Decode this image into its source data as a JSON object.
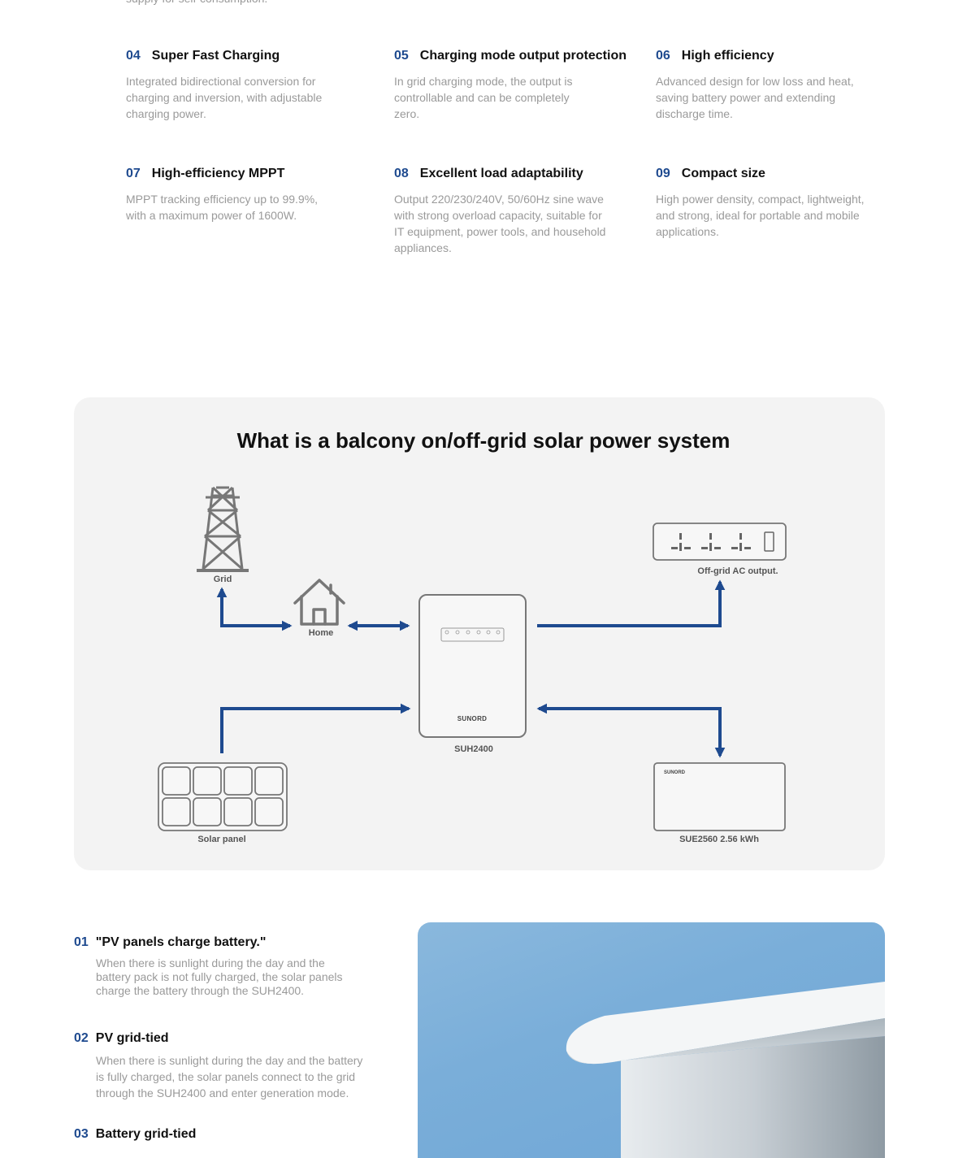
{
  "top_cut_text": "supply for self-consumption.",
  "features": [
    {
      "num": "04",
      "title": "Super Fast Charging",
      "desc": "Integrated bidirectional conversion for charging and inversion, with adjustable charging power."
    },
    {
      "num": "05",
      "title": "Charging mode output protection",
      "desc": "In grid charging mode, the output is controllable and can be completely zero."
    },
    {
      "num": "06",
      "title": "High efficiency",
      "desc": "Advanced design for low loss and heat, saving battery power and extending discharge time."
    },
    {
      "num": "07",
      "title": "High-efficiency MPPT",
      "desc": "MPPT tracking efficiency up to 99.9%, with a maximum power of 1600W."
    },
    {
      "num": "08",
      "title": "Excellent load adaptability",
      "desc": "Output 220/230/240V, 50/60Hz sine wave with strong overload capacity, suitable for IT equipment, power tools, and household appliances."
    },
    {
      "num": "09",
      "title": "Compact size",
      "desc": "High power density, compact, lightweight, and strong, ideal for portable and mobile applications."
    }
  ],
  "diagram": {
    "title": "What is a balcony on/off-grid solar power system",
    "labels": {
      "grid": "Grid",
      "home": "Home",
      "ac_output": "Off-grid AC output.",
      "inverter": "SUH2400",
      "solar": "Solar panel",
      "battery": "SUE2560 2.56 kWh",
      "brand": "SUNORD"
    },
    "accent_color": "#1e4a8f"
  },
  "modes": [
    {
      "num": "01",
      "title": "\"PV panels charge battery.\"",
      "desc": "When there is sunlight during the day and the battery pack is not fully charged, the solar panels charge the battery through the SUH2400."
    },
    {
      "num": "02",
      "title": "PV grid-tied",
      "desc": "When there is sunlight during the day and the battery is fully charged, the solar panels connect to the grid through the SUH2400 and enter generation mode."
    },
    {
      "num": "03",
      "title": "Battery grid-tied",
      "desc": ""
    }
  ]
}
